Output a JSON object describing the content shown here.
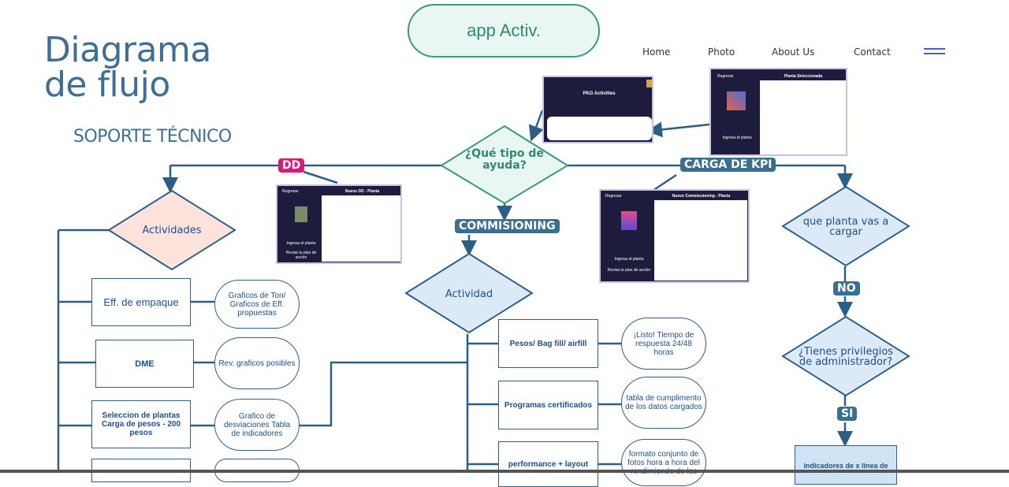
{
  "header": {
    "title_line1": "Diagrama",
    "title_line2": "de flujo",
    "subtitle": "SOPORTE TÉCNICO",
    "app_button": "app Activ.",
    "nav": [
      "Home",
      "Photo",
      "About Us",
      "Contact"
    ]
  },
  "flow": {
    "question": "¿Qué tipo de ayuda?",
    "tag_dd": "DD",
    "tag_kpi": "CARGA DE KPI",
    "tag_commissioning": "COMMISIONING",
    "tag_no": "NO",
    "tag_si": "SI",
    "dd_decision": "Actividades",
    "dd_steps": [
      {
        "step": "Eff. de empaque",
        "result": "Graficos de Ton/ Graficos de Eff. propuestas"
      },
      {
        "step": "DME",
        "result": "Rev. graficos posibles"
      },
      {
        "step": "Seleccion de plantas Carga de pesos - 200 pesos",
        "result": "Grafico de desviaciones Tabla de indicadores"
      }
    ],
    "comm_decision": "Actividad",
    "comm_steps": [
      {
        "step": "Pesos/ Bag fill/ airfill",
        "result": "¡Listo! Tiempo de respuesta 24/48 horas"
      },
      {
        "step": "Programas certificados",
        "result": "tabla de cumplimento de los datos cargados"
      },
      {
        "step": "performance + layout",
        "result": "formato conjunto de fotos hora a hora del rendimiendo de las"
      }
    ],
    "kpi_decision1": "que planta vas a cargar",
    "kpi_decision2": "¿Tienes privilegios de administrador?",
    "kpi_final": "indicadores de x linea de"
  },
  "screenshots": {
    "pkg_title": "PKG Activities",
    "dd_title": "Nuevo DD - Planta",
    "comm_title": "Nuevo Commissioning - Planta",
    "kpi_title": "Planta Seleccionada",
    "back": "Regresar",
    "ingresa": "Ingresa el planta",
    "revisa": "Revisa tu plan de acción"
  },
  "colors": {
    "dd_tag": "#d81b7a",
    "tag_dark": "#3b6f8f",
    "diamond_fill": "#dceaf7",
    "dd_diamond_fill": "#fde3dc",
    "line": "#2d5f86"
  }
}
